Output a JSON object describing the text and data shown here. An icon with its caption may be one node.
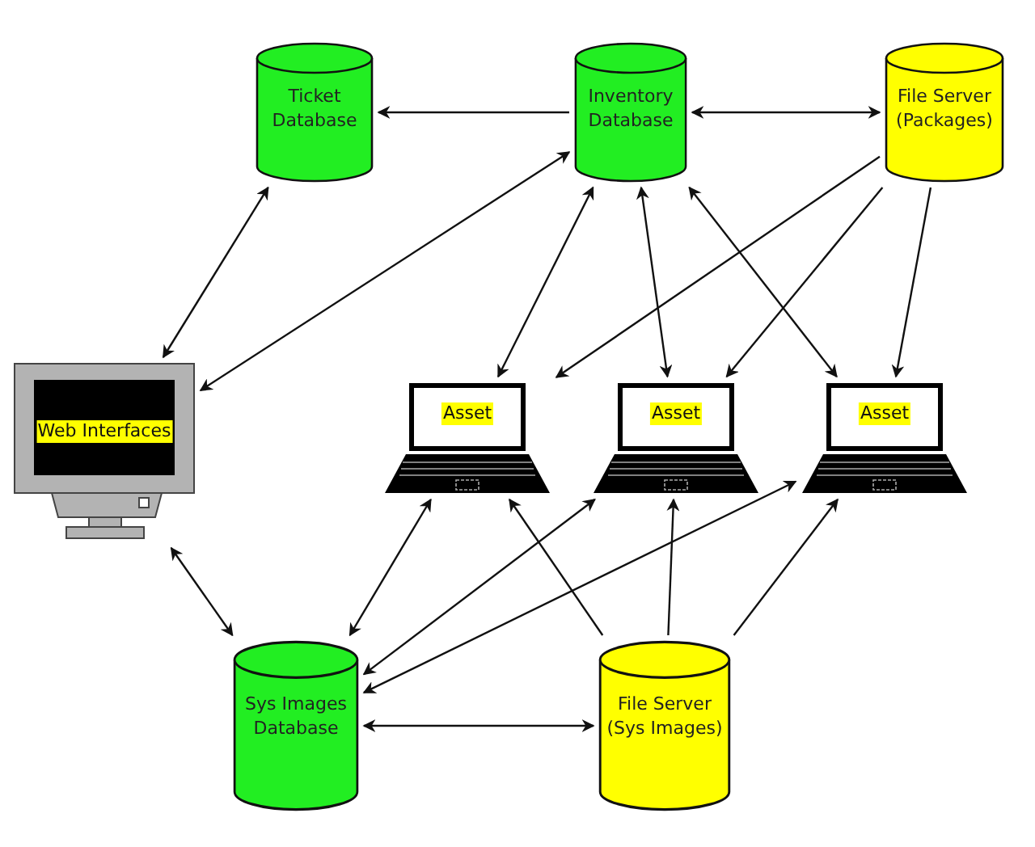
{
  "diagram": {
    "nodes": [
      {
        "text": [
          "Ticket Database"
        ]
      },
      {
        "text": [
          "Inventory Database"
        ]
      },
      {
        "text": [
          "File Server (Packages)"
        ]
      },
      {
        "text": [
          "Web Interfaces"
        ]
      },
      {
        "text": [
          "Asset"
        ]
      },
      {
        "text": [
          "Asset"
        ]
      },
      {
        "text": [
          "Asset"
        ]
      },
      {
        "text": [
          "Sys Images Database"
        ]
      },
      {
        "text": [
          "File Server (Sys Images)"
        ]
      }
    ],
    "edges": [
      {
        "from": 1,
        "to": 0,
        "arrow": "to"
      },
      {
        "from": 1,
        "to": 2,
        "arrow": "both"
      },
      {
        "from": 0,
        "to": 3,
        "arrow": "both"
      },
      {
        "from": 1,
        "to": 3,
        "arrow": "both"
      },
      {
        "from": 1,
        "to": 4,
        "arrow": "both"
      },
      {
        "from": 1,
        "to": 5,
        "arrow": "both"
      },
      {
        "from": 1,
        "to": 6,
        "arrow": "both"
      },
      {
        "from": 2,
        "to": 4,
        "arrow": "to"
      },
      {
        "from": 2,
        "to": 5,
        "arrow": "to"
      },
      {
        "from": 2,
        "to": 6,
        "arrow": "to"
      },
      {
        "from": 3,
        "to": 7,
        "arrow": "both"
      },
      {
        "from": 7,
        "to": 4,
        "arrow": "both"
      },
      {
        "from": 7,
        "to": 5,
        "arrow": "both"
      },
      {
        "from": 7,
        "to": 6,
        "arrow": "both"
      },
      {
        "from": 8,
        "to": 4,
        "arrow": "to"
      },
      {
        "from": 8,
        "to": 5,
        "arrow": "to"
      },
      {
        "from": 8,
        "to": 6,
        "arrow": "to"
      },
      {
        "from": 7,
        "to": 8,
        "arrow": "both"
      }
    ]
  }
}
